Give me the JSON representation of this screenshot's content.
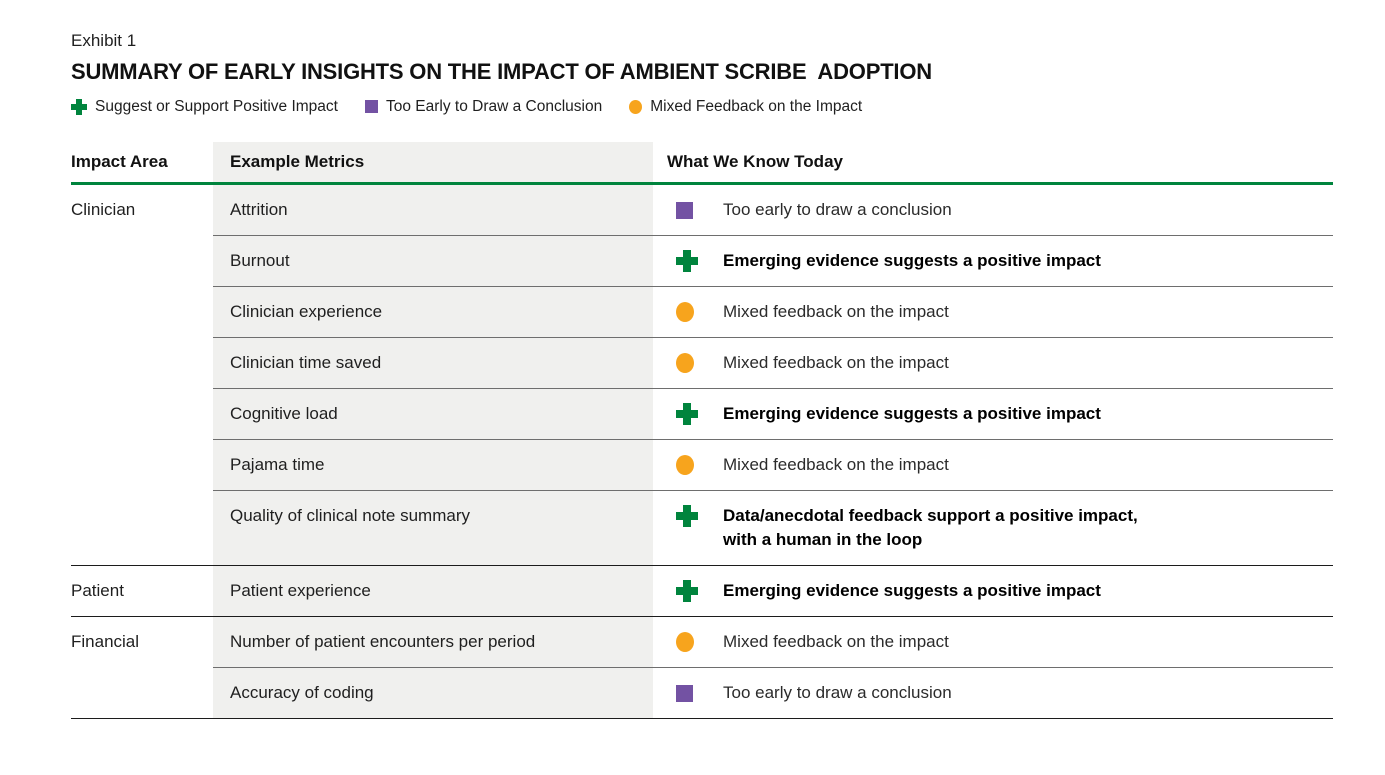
{
  "exhibit_label": "Exhibit 1",
  "title": "SUMMARY OF EARLY INSIGHTS ON THE IMPACT OF AMBIENT SCRIBE  ADOPTION",
  "legend": {
    "items": [
      {
        "icon": "plus",
        "color": "#00843D",
        "label": "Suggest or Support Positive Impact"
      },
      {
        "icon": "square",
        "color": "#7352A3",
        "label": "Too Early to Draw a Conclusion"
      },
      {
        "icon": "circle",
        "color": "#F7A41D",
        "label": "Mixed Feedback on the Impact"
      }
    ]
  },
  "table": {
    "headers": {
      "impact_area": "Impact Area",
      "example_metrics": "Example Metrics",
      "what_we_know": "What We Know Today"
    },
    "groups": [
      {
        "impact_area": "Clinician",
        "rows": [
          {
            "metric": "Attrition",
            "icon": "square",
            "status": "Too early to draw a conclusion",
            "emphasis": false
          },
          {
            "metric": "Burnout",
            "icon": "plus",
            "status": "Emerging evidence suggests a positive impact",
            "emphasis": true
          },
          {
            "metric": "Clinician experience",
            "icon": "circle",
            "status": "Mixed feedback on the impact",
            "emphasis": false
          },
          {
            "metric": "Clinician time saved",
            "icon": "circle",
            "status": "Mixed feedback on the impact",
            "emphasis": false
          },
          {
            "metric": "Cognitive load",
            "icon": "plus",
            "status": "Emerging evidence suggests a positive impact",
            "emphasis": true
          },
          {
            "metric": "Pajama time",
            "icon": "circle",
            "status": "Mixed feedback on the impact",
            "emphasis": false
          },
          {
            "metric": "Quality of clinical note summary",
            "icon": "plus",
            "status": "Data/anecdotal feedback support a positive impact,\nwith a human in the loop",
            "emphasis": true
          }
        ]
      },
      {
        "impact_area": "Patient",
        "rows": [
          {
            "metric": "Patient experience",
            "icon": "plus",
            "status": "Emerging evidence suggests a positive impact",
            "emphasis": true
          }
        ]
      },
      {
        "impact_area": "Financial",
        "rows": [
          {
            "metric": "Number of patient encounters per period",
            "icon": "circle",
            "status": "Mixed feedback on the impact",
            "emphasis": false
          },
          {
            "metric": "Accuracy of coding",
            "icon": "square",
            "status": "Too early to draw a conclusion",
            "emphasis": false
          }
        ]
      }
    ]
  },
  "colors": {
    "positive_green": "#00843D",
    "too_early_purple": "#7352A3",
    "mixed_amber": "#F7A41D",
    "header_rule_green": "#00843D",
    "metrics_column_bg": "#F0F0EE",
    "row_separator_gray": "#6E6E6E",
    "group_separator_dark": "#1C1C1C"
  },
  "chart_data": {
    "type": "table",
    "title": "SUMMARY OF EARLY INSIGHTS ON THE IMPACT OF AMBIENT SCRIBE ADOPTION",
    "columns": [
      "Impact Area",
      "Example Metrics",
      "What We Know Today"
    ],
    "rows": [
      [
        "Clinician",
        "Attrition",
        "Too early to draw a conclusion"
      ],
      [
        "Clinician",
        "Burnout",
        "Emerging evidence suggests a positive impact"
      ],
      [
        "Clinician",
        "Clinician experience",
        "Mixed feedback on the impact"
      ],
      [
        "Clinician",
        "Clinician time saved",
        "Mixed feedback on the impact"
      ],
      [
        "Clinician",
        "Cognitive load",
        "Emerging evidence suggests a positive impact"
      ],
      [
        "Clinician",
        "Pajama time",
        "Mixed feedback on the impact"
      ],
      [
        "Clinician",
        "Quality of clinical note summary",
        "Data/anecdotal feedback support a positive impact, with a human in the loop"
      ],
      [
        "Patient",
        "Patient experience",
        "Emerging evidence suggests a positive impact"
      ],
      [
        "Financial",
        "Number of patient encounters per period",
        "Mixed feedback on the impact"
      ],
      [
        "Financial",
        "Accuracy of coding",
        "Too early to draw a conclusion"
      ]
    ],
    "legend": [
      "Suggest or Support Positive Impact",
      "Too Early to Draw a Conclusion",
      "Mixed Feedback on the Impact"
    ]
  }
}
